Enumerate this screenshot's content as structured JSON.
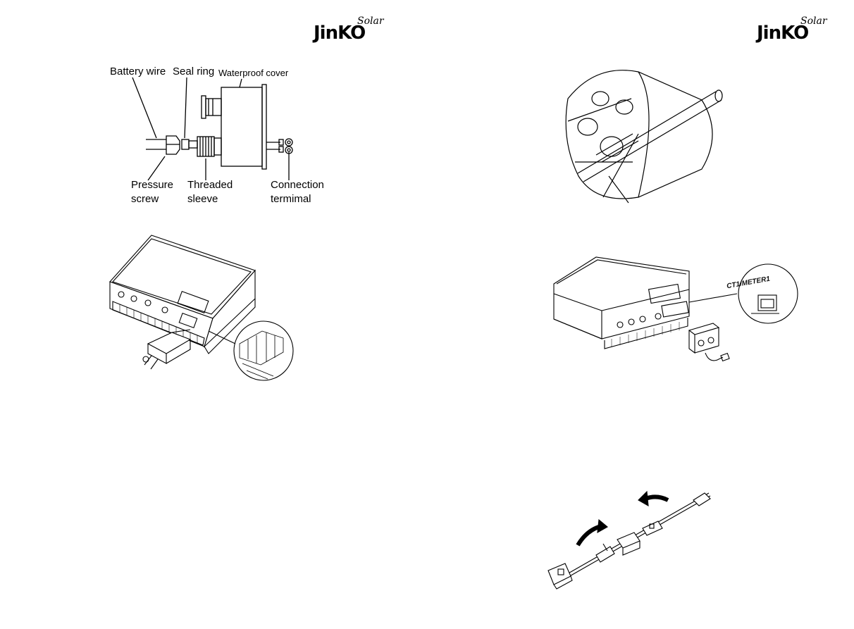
{
  "brand": {
    "name": "JinKO",
    "suffix": "Solar"
  },
  "left_page": {
    "battery_diagram": {
      "labels": {
        "battery_wire": "Battery wire",
        "seal_ring": "Seal ring",
        "waterproof_cover": "Waterproof cover",
        "pressure_screw_1": "Pressure",
        "pressure_screw_2": "screw",
        "threaded_sleeve_1": "Threaded",
        "threaded_sleeve_2": "sleeve",
        "connection_terminal_1": "Connection",
        "connection_terminal_2": "termimal"
      }
    }
  },
  "right_page": {
    "inverter_detail": {
      "port_label": "CT1/METER1"
    }
  }
}
